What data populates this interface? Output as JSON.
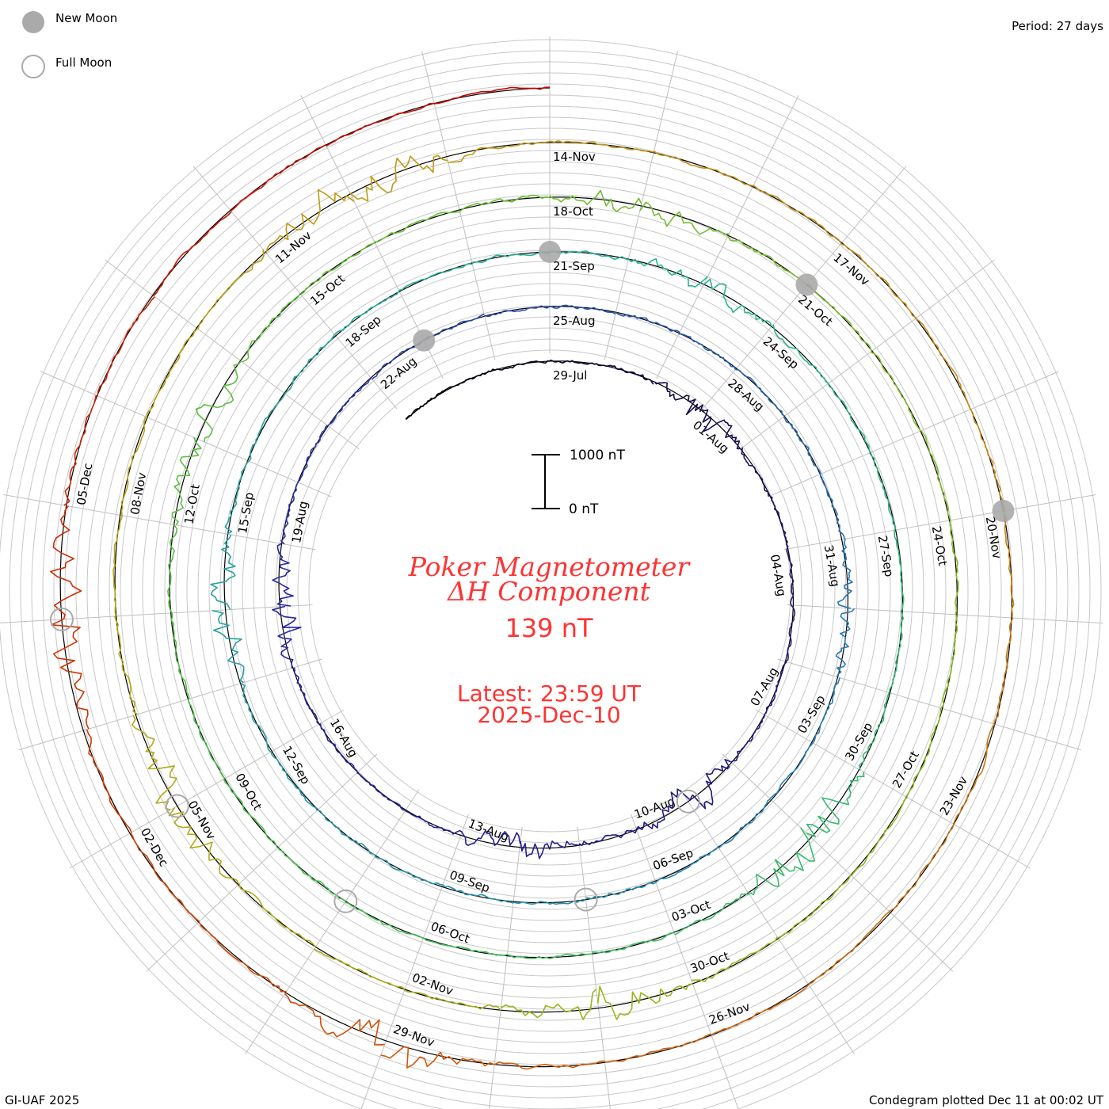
{
  "header": {
    "period_label": "Period: 27 days",
    "legend": [
      {
        "label": "New Moon",
        "style": "filled",
        "color": "#aaaaaa"
      },
      {
        "label": "Full Moon",
        "style": "outline",
        "color": "#aaaaaa"
      }
    ]
  },
  "footer": {
    "left": "GI-UAF 2025",
    "right": "Condegram plotted Dec 11 at 00:02 UT"
  },
  "center": {
    "title_line1": "Poker Magnetometer",
    "title_line2": "ΔH Component",
    "current_value": "139 nT",
    "latest_line1": "Latest: 23:59 UT",
    "latest_line2": "2025-Dec-10",
    "scale_top": "1000 nT",
    "scale_bottom": "0 nT"
  },
  "chart_data": {
    "type": "line",
    "subtype": "condegram-spiral",
    "title": "Poker Magnetometer ΔH Component",
    "period_days": 27,
    "start_date": "2025-07-26",
    "end_date": "2025-12-10",
    "reference_date": "2025-07-29",
    "scale_nT": [
      0,
      1000
    ],
    "latest_value_nT": 139,
    "date_labels": [
      "29-Jul",
      "01-Aug",
      "04-Aug",
      "07-Aug",
      "10-Aug",
      "13-Aug",
      "16-Aug",
      "19-Aug",
      "22-Aug",
      "25-Aug",
      "28-Aug",
      "31-Aug",
      "03-Sep",
      "06-Sep",
      "09-Sep",
      "12-Sep",
      "15-Sep",
      "18-Sep",
      "21-Sep",
      "24-Sep",
      "27-Sep",
      "30-Sep",
      "03-Oct",
      "06-Oct",
      "09-Oct",
      "12-Oct",
      "15-Oct",
      "18-Oct",
      "21-Oct",
      "24-Oct",
      "27-Oct",
      "30-Oct",
      "02-Nov",
      "05-Nov",
      "08-Nov",
      "11-Nov",
      "14-Nov",
      "17-Nov",
      "20-Nov",
      "23-Nov",
      "26-Nov",
      "29-Nov",
      "02-Dec",
      "05-Dec"
    ],
    "new_moons": [
      "2025-08-23",
      "2025-09-21",
      "2025-10-21",
      "2025-11-20"
    ],
    "full_moons": [
      "2025-08-09",
      "2025-09-07",
      "2025-10-07",
      "2025-11-05",
      "2025-12-04"
    ],
    "disturbances_nT": [
      {
        "date": "2025-08-01",
        "amplitude": 300
      },
      {
        "date": "2025-08-09",
        "amplitude": 450
      },
      {
        "date": "2025-08-12",
        "amplitude": 350
      },
      {
        "date": "2025-08-18",
        "amplitude": 350
      },
      {
        "date": "2025-09-01",
        "amplitude": 300
      },
      {
        "date": "2025-09-14",
        "amplitude": 500
      },
      {
        "date": "2025-09-23",
        "amplitude": 300
      },
      {
        "date": "2025-10-01",
        "amplitude": 650
      },
      {
        "date": "2025-10-13",
        "amplitude": 450
      },
      {
        "date": "2025-10-19",
        "amplitude": 350
      },
      {
        "date": "2025-10-31",
        "amplitude": 400
      },
      {
        "date": "2025-11-05",
        "amplitude": 500
      },
      {
        "date": "2025-11-12",
        "amplitude": 600
      },
      {
        "date": "2025-11-29",
        "amplitude": 500
      },
      {
        "date": "2025-12-04",
        "amplitude": 600
      }
    ],
    "baseline_noise_nT": 60
  }
}
